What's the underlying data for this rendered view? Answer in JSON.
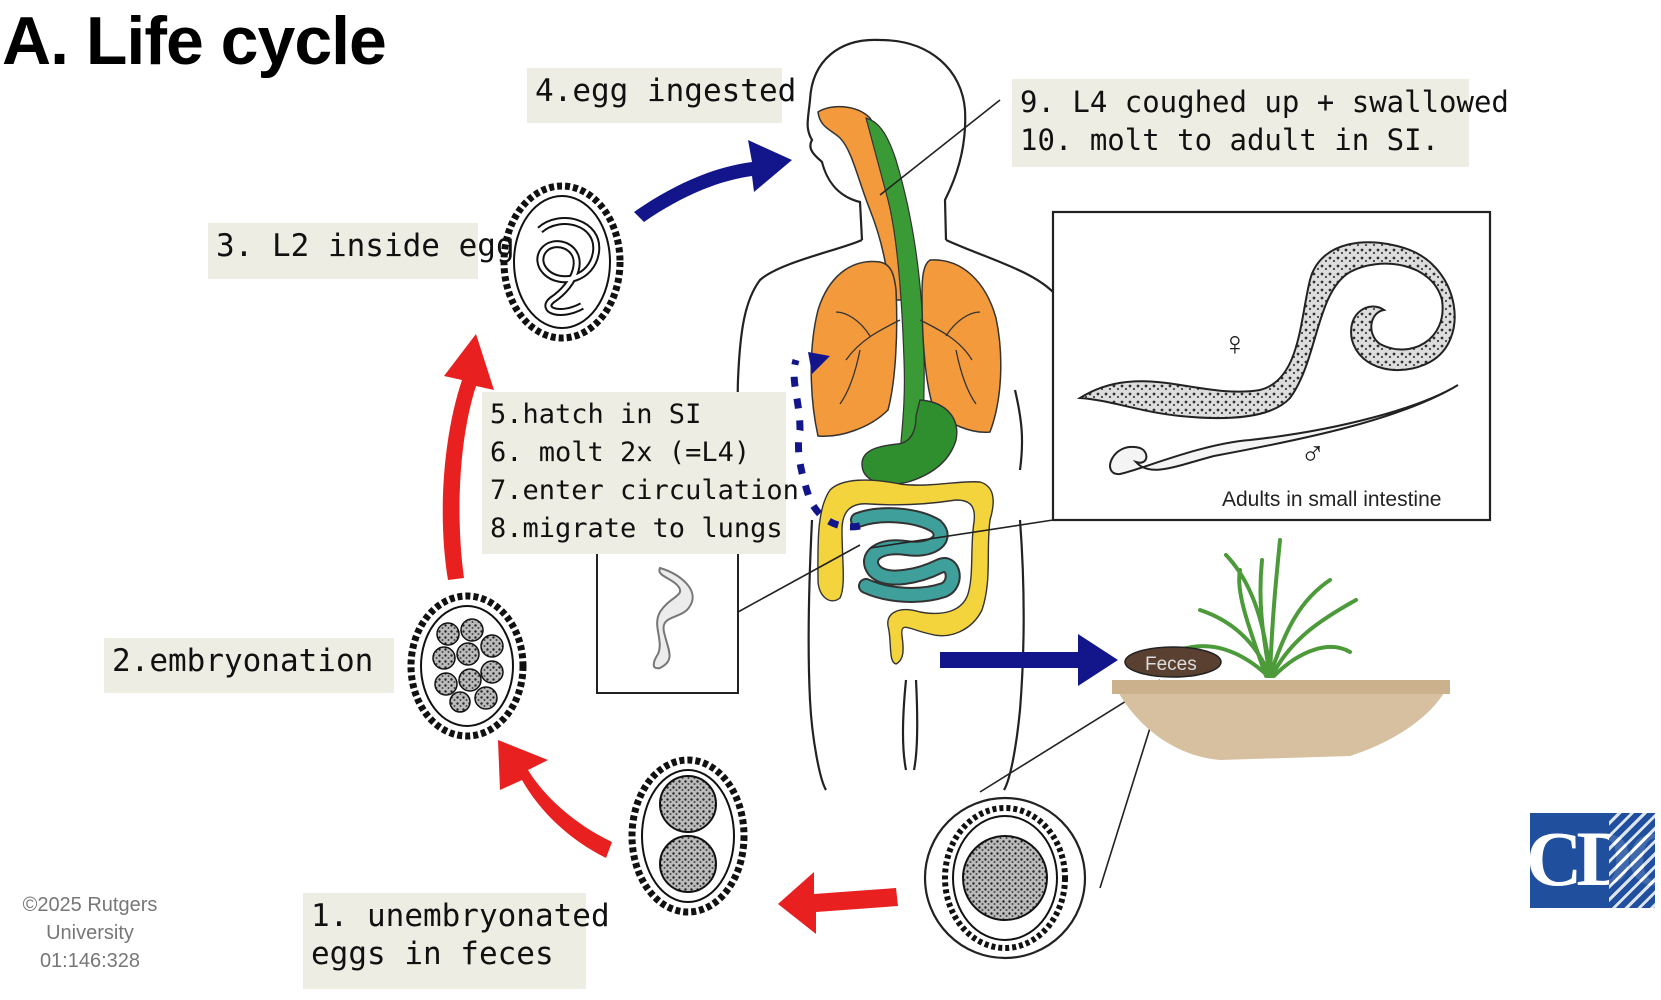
{
  "title": "A.  Life cycle",
  "notes": {
    "egg_ingested": "4.egg ingested",
    "l2_inside_egg": "3. L2 inside egg",
    "embryonation": "2.embryonation",
    "unembryonated_line1": "1. unembryonated",
    "unembryonated_line2": "eggs in feces",
    "coughed_line1": "9. L4 coughed up + swallowed",
    "coughed_line2": "10. molt to adult in SI.",
    "hatch_line1": "5.hatch in SI",
    "hatch_line2": "6. molt 2x (=L4)",
    "hatch_line3": "7.enter circulation",
    "hatch_line4": "8.migrate to lungs"
  },
  "labels": {
    "adults": "Adults in small intestine",
    "female_symbol": "♀",
    "male_symbol": "♂",
    "feces": "Feces"
  },
  "copyright": {
    "line1": "©2025 Rutgers",
    "line2": "University",
    "line3": "01:146:328"
  },
  "logo_text": "CDC",
  "colors": {
    "red_arrow": "#e8201f",
    "blue_arrow": "#12168a",
    "lungs": "#f39a3c",
    "esophagus_green": "#3a9a35",
    "stomach_green": "#2f8f2f",
    "intestine_yellow": "#f4d43c",
    "small_intestine_teal": "#3f9f9a",
    "soil": "#d6c0a0",
    "feces": "#5a4030",
    "note_bg": "#eeede3"
  }
}
